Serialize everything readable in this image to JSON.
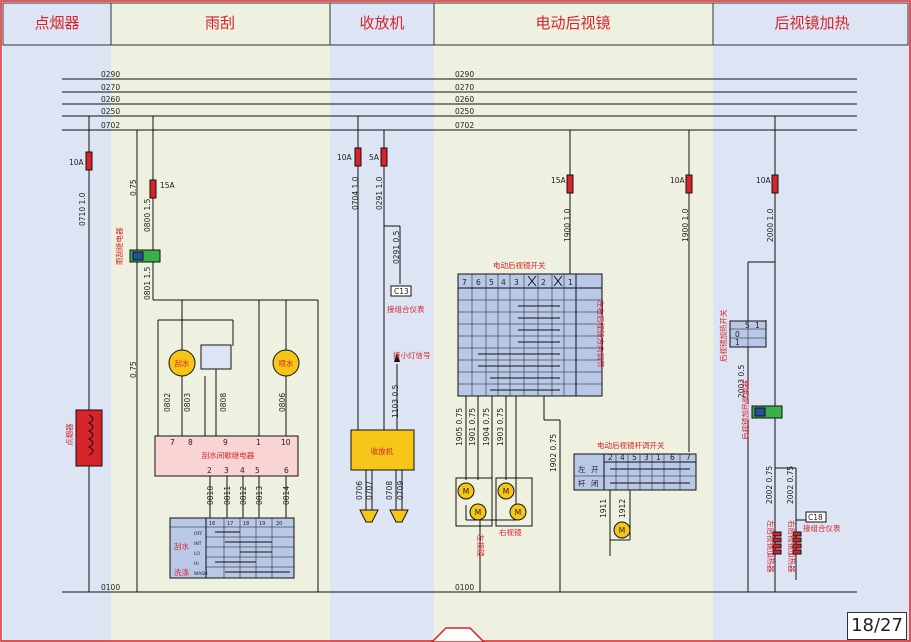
{
  "header": {
    "sections": [
      "点烟器",
      "雨刮",
      "收放机",
      "电动后视镜",
      "后视镜加热"
    ]
  },
  "buses": [
    "0290",
    "0270",
    "0260",
    "0250",
    "0702"
  ],
  "ground": "0100",
  "fuses": {
    "cigar": "10A",
    "wiper": "15A",
    "radio1": "10A",
    "radio2": "5A",
    "mirror1": "15A",
    "mirror2": "10A",
    "heat": "10A"
  },
  "wires": {
    "w0710": "0710  1.0",
    "w0800": "0800  1.5",
    "w0801": "0801  1.5",
    "w075a": "0.75",
    "w075b": "0.75",
    "w0704": "0704  1.0",
    "w0291a": "0291  1.0",
    "w0291b": "0291  0.5",
    "w1103": "1103  0.5",
    "w0802": "0802",
    "w0803": "0803",
    "w0808": "0808",
    "w0806": "0806",
    "w0810": "0810",
    "w0811": "0811",
    "w0812": "0812",
    "w0813": "0813",
    "w0814": "0814",
    "w0706": "0706",
    "w0707": "0707",
    "w0708": "0708",
    "w0709": "0709",
    "w1900a": "1900  1.0",
    "w1900b": "1900  1.0",
    "w1905": "1905  0.75",
    "w1901": "1901  0.75",
    "w1904": "1904  0.75",
    "w1903": "1903  0.75",
    "w1902": "1902  0.75",
    "w1911": "1911",
    "w1912": "1912",
    "w2000": "2000  1.0",
    "w2003": "2003  0.5",
    "w2002a": "2002  0.75",
    "w2002b": "2002  0.75"
  },
  "components": {
    "cigar_lighter": "点烟器",
    "wiper_relay": "雨刮继电器",
    "intermittent_relay": "刮水间歇继电器",
    "wiper_motor": "刮水",
    "washer_motor": "喷水",
    "wiper_switch_wipe": "刮水",
    "wiper_switch_wash": "洗涤",
    "radio": "收放机",
    "c13": "C13",
    "to_cluster_1": "接组合仪表",
    "small_lamp": "接小灯信号",
    "mirror_switch": "电动后视镜开关",
    "mirror_dir_note": "左右后视镜方向调节",
    "left_mirror": "左视镜",
    "right_mirror": "右视镜",
    "lever_switch": "电动后视镜杆调开关",
    "left_char": "左",
    "lever_char": "杆",
    "open_char": "开",
    "close_char": "闭",
    "heat_switch": "后视镜加热开关",
    "heat_relay": "后视镜加热继电器",
    "heater_left": "左后视镜加热器",
    "heater_right": "右后视镜加热器",
    "c18": "C18",
    "to_cluster_2": "接组合仪表"
  },
  "pins": {
    "relay_top": [
      "7",
      "8",
      "9",
      "1",
      "10"
    ],
    "relay_bottom": [
      "2",
      "3",
      "4",
      "5",
      "6"
    ],
    "switch_cols": [
      "16",
      "17",
      "18",
      "19",
      "20"
    ],
    "switch_rows": [
      "OFF",
      "INT",
      "LO",
      "HI",
      "WASH"
    ],
    "mirror_cols": [
      "7",
      "6",
      "5",
      "4",
      "3",
      "2",
      "1"
    ],
    "lever_cols": [
      "2",
      "4",
      "5",
      "3",
      "1",
      "6",
      "7"
    ],
    "heat_sw": [
      "5",
      "1",
      "0",
      "1"
    ]
  },
  "page_number": "18/27"
}
